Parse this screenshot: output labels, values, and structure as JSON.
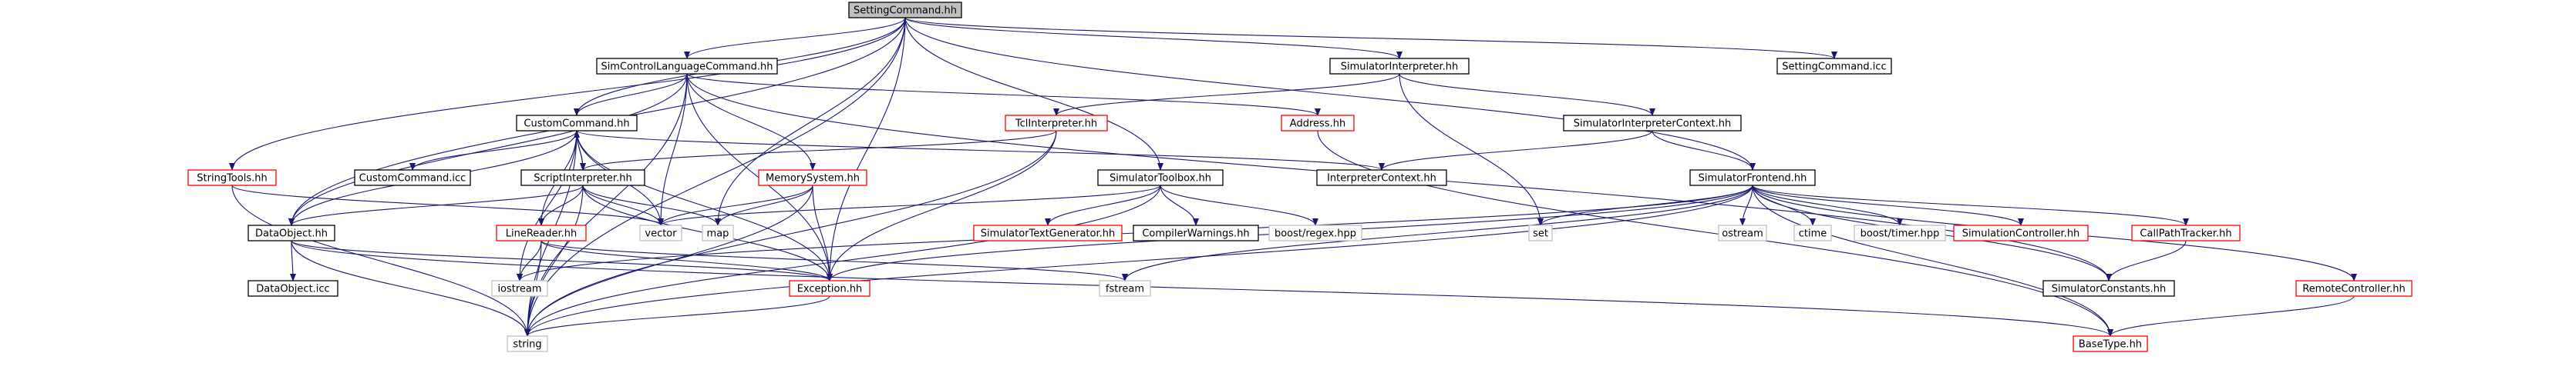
{
  "diagram": {
    "type": "include-dependency-graph",
    "colors": {
      "edge": "#191970",
      "root_fill": "#bfbfbf",
      "normal_border": "#000000",
      "truncated_border": "#ff0000",
      "system_border": "#bfbfbf",
      "text": "#000000"
    },
    "nodes": [
      {
        "id": "settingcommand_hh",
        "label": "SettingCommand.hh",
        "kind": "root"
      },
      {
        "id": "simcontrollanguagecommand_hh",
        "label": "SimControlLanguageCommand.hh",
        "kind": "normal"
      },
      {
        "id": "simulatorinterpreter_hh",
        "label": "SimulatorInterpreter.hh",
        "kind": "normal"
      },
      {
        "id": "settingcommand_icc",
        "label": "SettingCommand.icc",
        "kind": "normal"
      },
      {
        "id": "customcommand_hh",
        "label": "CustomCommand.hh",
        "kind": "normal"
      },
      {
        "id": "tclinterpreter_hh",
        "label": "TclInterpreter.hh",
        "kind": "truncated"
      },
      {
        "id": "address_hh",
        "label": "Address.hh",
        "kind": "truncated"
      },
      {
        "id": "simulatorinterpretercontext_hh",
        "label": "SimulatorInterpreterContext.hh",
        "kind": "normal"
      },
      {
        "id": "stringtools_hh",
        "label": "StringTools.hh",
        "kind": "truncated"
      },
      {
        "id": "customcommand_icc",
        "label": "CustomCommand.icc",
        "kind": "normal"
      },
      {
        "id": "scriptinterpreter_hh",
        "label": "ScriptInterpreter.hh",
        "kind": "normal"
      },
      {
        "id": "memorysystem_hh",
        "label": "MemorySystem.hh",
        "kind": "truncated"
      },
      {
        "id": "simulatortoolbox_hh",
        "label": "SimulatorToolbox.hh",
        "kind": "normal"
      },
      {
        "id": "interpretercontext_hh",
        "label": "InterpreterContext.hh",
        "kind": "normal"
      },
      {
        "id": "simulatorfrontend_hh",
        "label": "SimulatorFrontend.hh",
        "kind": "normal"
      },
      {
        "id": "dataobject_hh",
        "label": "DataObject.hh",
        "kind": "normal"
      },
      {
        "id": "linereader_hh",
        "label": "LineReader.hh",
        "kind": "truncated"
      },
      {
        "id": "vector",
        "label": "vector",
        "kind": "system"
      },
      {
        "id": "map",
        "label": "map",
        "kind": "system"
      },
      {
        "id": "simulatortextgenerator_hh",
        "label": "SimulatorTextGenerator.hh",
        "kind": "truncated"
      },
      {
        "id": "compilerwarnings_hh",
        "label": "CompilerWarnings.hh",
        "kind": "normal"
      },
      {
        "id": "boost_regex_hpp",
        "label": "boost/regex.hpp",
        "kind": "system"
      },
      {
        "id": "set",
        "label": "set",
        "kind": "system"
      },
      {
        "id": "ostream",
        "label": "ostream",
        "kind": "system"
      },
      {
        "id": "ctime",
        "label": "ctime",
        "kind": "system"
      },
      {
        "id": "boost_timer_hpp",
        "label": "boost/timer.hpp",
        "kind": "system"
      },
      {
        "id": "simulationcontroller_hh",
        "label": "SimulationController.hh",
        "kind": "truncated"
      },
      {
        "id": "callpathtracker_hh",
        "label": "CallPathTracker.hh",
        "kind": "truncated"
      },
      {
        "id": "dataobject_icc",
        "label": "DataObject.icc",
        "kind": "normal"
      },
      {
        "id": "iostream",
        "label": "iostream",
        "kind": "system"
      },
      {
        "id": "exception_hh",
        "label": "Exception.hh",
        "kind": "truncated"
      },
      {
        "id": "fstream",
        "label": "fstream",
        "kind": "system"
      },
      {
        "id": "simulatorconstants_hh",
        "label": "SimulatorConstants.hh",
        "kind": "normal"
      },
      {
        "id": "remotecontroller_hh",
        "label": "RemoteController.hh",
        "kind": "truncated"
      },
      {
        "id": "string",
        "label": "string",
        "kind": "system"
      },
      {
        "id": "basetype_hh",
        "label": "BaseType.hh",
        "kind": "truncated"
      }
    ],
    "edges": [
      [
        "settingcommand_hh",
        "simcontrollanguagecommand_hh"
      ],
      [
        "settingcommand_hh",
        "simulatorinterpreter_hh"
      ],
      [
        "settingcommand_hh",
        "settingcommand_icc"
      ],
      [
        "settingcommand_hh",
        "customcommand_hh"
      ],
      [
        "settingcommand_hh",
        "stringtools_hh"
      ],
      [
        "settingcommand_hh",
        "simulatortoolbox_hh"
      ],
      [
        "settingcommand_hh",
        "simulatorfrontend_hh"
      ],
      [
        "settingcommand_hh",
        "dataobject_hh"
      ],
      [
        "settingcommand_hh",
        "map"
      ],
      [
        "settingcommand_hh",
        "exception_hh"
      ],
      [
        "settingcommand_hh",
        "string"
      ],
      [
        "simcontrollanguagecommand_hh",
        "customcommand_hh"
      ],
      [
        "simcontrollanguagecommand_hh",
        "address_hh"
      ],
      [
        "simcontrollanguagecommand_hh",
        "memorysystem_hh"
      ],
      [
        "simcontrollanguagecommand_hh",
        "dataobject_hh"
      ],
      [
        "simcontrollanguagecommand_hh",
        "vector"
      ],
      [
        "simcontrollanguagecommand_hh",
        "exception_hh"
      ],
      [
        "simcontrollanguagecommand_hh",
        "string"
      ],
      [
        "simcontrollanguagecommand_hh",
        "simulatorconstants_hh"
      ],
      [
        "simulatorinterpreter_hh",
        "tclinterpreter_hh"
      ],
      [
        "simulatorinterpreter_hh",
        "simulatorinterpretercontext_hh"
      ],
      [
        "simulatorinterpreter_hh",
        "set"
      ],
      [
        "customcommand_hh",
        "customcommand_icc"
      ],
      [
        "customcommand_hh",
        "scriptinterpreter_hh"
      ],
      [
        "customcommand_hh",
        "interpretercontext_hh"
      ],
      [
        "customcommand_hh",
        "dataobject_hh"
      ],
      [
        "customcommand_hh",
        "linereader_hh"
      ],
      [
        "customcommand_hh",
        "vector"
      ],
      [
        "customcommand_hh",
        "exception_hh"
      ],
      [
        "customcommand_hh",
        "iostream"
      ],
      [
        "customcommand_hh",
        "string"
      ],
      [
        "tclinterpreter_hh",
        "scriptinterpreter_hh"
      ],
      [
        "tclinterpreter_hh",
        "exception_hh"
      ],
      [
        "tclinterpreter_hh",
        "string"
      ],
      [
        "address_hh",
        "basetype_hh"
      ],
      [
        "simulatorinterpretercontext_hh",
        "interpretercontext_hh"
      ],
      [
        "simulatorinterpretercontext_hh",
        "simulatorfrontend_hh"
      ],
      [
        "stringtools_hh",
        "string"
      ],
      [
        "stringtools_hh",
        "vector"
      ],
      [
        "scriptinterpreter_hh",
        "customcommand_hh"
      ],
      [
        "scriptinterpreter_hh",
        "dataobject_hh"
      ],
      [
        "scriptinterpreter_hh",
        "linereader_hh"
      ],
      [
        "scriptinterpreter_hh",
        "vector"
      ],
      [
        "scriptinterpreter_hh",
        "map"
      ],
      [
        "scriptinterpreter_hh",
        "exception_hh"
      ],
      [
        "scriptinterpreter_hh",
        "string"
      ],
      [
        "memorysystem_hh",
        "vector"
      ],
      [
        "memorysystem_hh",
        "map"
      ],
      [
        "memorysystem_hh",
        "exception_hh"
      ],
      [
        "memorysystem_hh",
        "string"
      ],
      [
        "simulatortoolbox_hh",
        "simulatortextgenerator_hh"
      ],
      [
        "simulatortoolbox_hh",
        "compilerwarnings_hh"
      ],
      [
        "simulatortoolbox_hh",
        "boost_regex_hpp"
      ],
      [
        "simulatortoolbox_hh",
        "vector"
      ],
      [
        "simulatortoolbox_hh",
        "string"
      ],
      [
        "simulatorfrontend_hh",
        "set"
      ],
      [
        "simulatorfrontend_hh",
        "ostream"
      ],
      [
        "simulatorfrontend_hh",
        "ctime"
      ],
      [
        "simulatorfrontend_hh",
        "boost_timer_hpp"
      ],
      [
        "simulatorfrontend_hh",
        "simulationcontroller_hh"
      ],
      [
        "simulatorfrontend_hh",
        "callpathtracker_hh"
      ],
      [
        "simulatorfrontend_hh",
        "remotecontroller_hh"
      ],
      [
        "simulatorfrontend_hh",
        "simulatorconstants_hh"
      ],
      [
        "simulatorfrontend_hh",
        "exception_hh"
      ],
      [
        "simulatorfrontend_hh",
        "iostream"
      ],
      [
        "simulatorfrontend_hh",
        "fstream"
      ],
      [
        "simulatorfrontend_hh",
        "string"
      ],
      [
        "simulatorfrontend_hh",
        "basetype_hh"
      ],
      [
        "dataobject_hh",
        "dataobject_icc"
      ],
      [
        "dataobject_hh",
        "exception_hh"
      ],
      [
        "dataobject_hh",
        "string"
      ],
      [
        "dataobject_hh",
        "basetype_hh"
      ],
      [
        "linereader_hh",
        "iostream"
      ],
      [
        "linereader_hh",
        "exception_hh"
      ],
      [
        "linereader_hh",
        "fstream"
      ],
      [
        "linereader_hh",
        "string"
      ],
      [
        "exception_hh",
        "string"
      ],
      [
        "callpathtracker_hh",
        "simulatorconstants_hh"
      ],
      [
        "remotecontroller_hh",
        "basetype_hh"
      ]
    ]
  }
}
